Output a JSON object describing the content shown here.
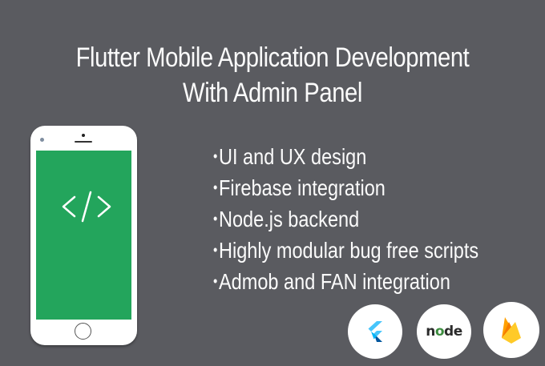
{
  "title": {
    "line1": "Flutter Mobile Application Development",
    "line2": "With Admin Panel"
  },
  "phone": {
    "screen_color": "#23a55c",
    "screen_icon": "code-brackets-icon"
  },
  "features": {
    "bullet": "•",
    "items": [
      "UI and UX design",
      "Firebase integration",
      "Node.js backend",
      "Highly modular bug free scripts",
      "Admob and FAN integration"
    ]
  },
  "tech_badges": [
    {
      "name": "flutter",
      "icon": "flutter-logo-icon"
    },
    {
      "name": "node",
      "label_pre": "n",
      "label_o": "o",
      "label_post": "de",
      "icon": "nodejs-logo-icon"
    },
    {
      "name": "firebase",
      "icon": "firebase-logo-icon"
    }
  ],
  "colors": {
    "background": "#5a5b60",
    "text": "#fbfbfb",
    "accent_green": "#23a55c",
    "flutter_blue": "#47c5fb",
    "flutter_dark": "#00569e",
    "firebase_yellow": "#ffca28",
    "firebase_orange": "#f57c00"
  }
}
